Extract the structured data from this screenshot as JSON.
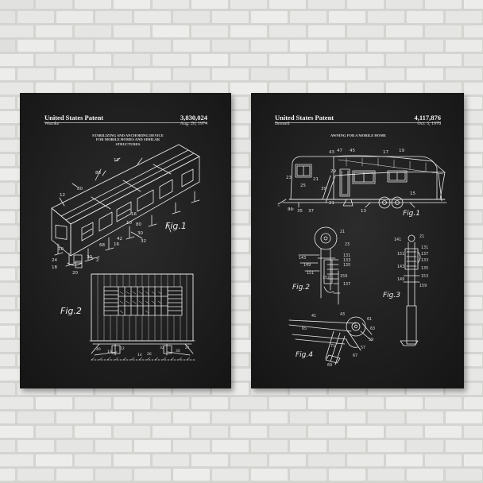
{
  "left_poster": {
    "office": "United States Patent",
    "patent_number": "3,830,024",
    "inventor": "Warnke",
    "date": "Aug. 20, 1974",
    "title": "STABILIZING AND ANCHORING DEVICE FOR MOBILE HOMES AND SIMILAR STRUCTURES",
    "fig1_label": "Fig.1",
    "fig2_label": "Fig.2"
  },
  "right_poster": {
    "office": "United States Patent",
    "patent_number": "4,117,876",
    "inventor": "Bennett",
    "date": "Oct. 3, 1978",
    "title": "AWNING FOR A MOBILE HOME",
    "fig1_label": "Fig.1",
    "fig2_label": "Fig.2",
    "fig3_label": "Fig.3",
    "fig4_label": "Fig.4"
  },
  "colors": {
    "wall": "#e9e9e7",
    "mortar": "#d4d4d1",
    "poster_background": "#1f1f1f",
    "ink": "#f0f0f0"
  }
}
